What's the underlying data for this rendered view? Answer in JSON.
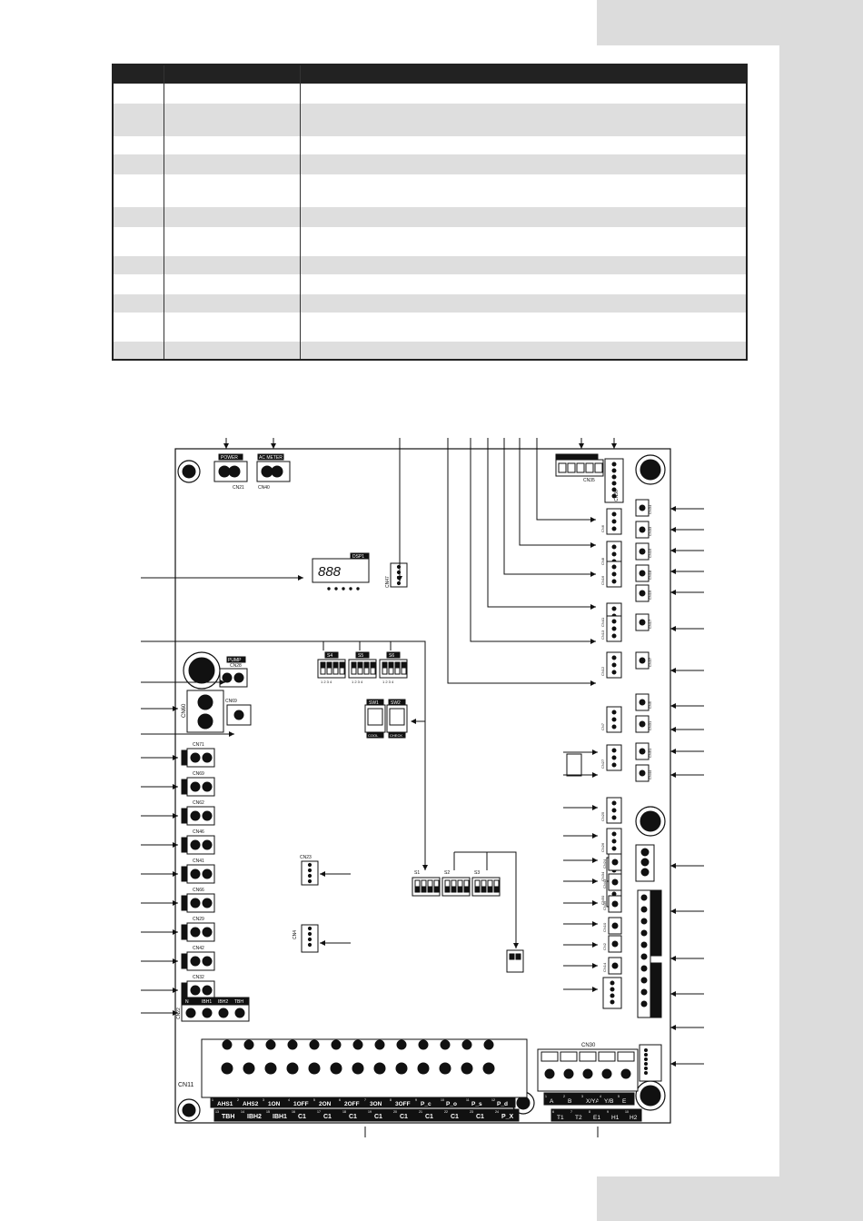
{
  "page": {
    "background": "#ffffff",
    "edge_tab_color": "#dcdcdc"
  },
  "spec_table": {
    "header": [
      "",
      "",
      ""
    ],
    "rows": [
      [
        "",
        "",
        ""
      ],
      [
        "",
        "",
        ""
      ],
      [
        "",
        "",
        ""
      ],
      [
        "",
        "",
        ""
      ],
      [
        "",
        "",
        ""
      ],
      [
        "",
        "",
        ""
      ],
      [
        "",
        "",
        ""
      ],
      [
        "",
        "",
        ""
      ],
      [
        "",
        "",
        ""
      ],
      [
        "",
        "",
        ""
      ],
      [
        "",
        "",
        ""
      ],
      [
        "",
        "",
        ""
      ]
    ]
  },
  "board": {
    "top_labels": {
      "power": "POWER",
      "ac_meter": "AC METER",
      "cn21": "CN21",
      "cn40": "CN40",
      "cn35": "CN35",
      "cn36": "CN36"
    },
    "display": {
      "label": "DSP1",
      "digits": "888"
    },
    "cn47": "CN47",
    "pump": {
      "label": "PUMP",
      "connector": "CN28"
    },
    "cn60": "CN60",
    "cn69": "CN69",
    "dip_upper": [
      "S4",
      "S5",
      "S6"
    ],
    "dip_upper_digits": "1 2 3 4",
    "sw": {
      "sw1": "SW1",
      "sw2": "SW2",
      "cool": "COOL",
      "check": "CHECK"
    },
    "left_connectors": [
      "CN71",
      "CN69",
      "CN62",
      "CN46",
      "CN41",
      "CN66",
      "CN29",
      "CN42",
      "CN32"
    ],
    "cn22": {
      "label": "CN22",
      "terms": [
        "N",
        "IBH1",
        "IBH2",
        "TBH"
      ]
    },
    "cn23": "CN23",
    "cn4": "CN4",
    "dip_lower": [
      "S1",
      "S2",
      "S3"
    ],
    "cn30": "CN30",
    "cn11": "CN11",
    "terminal_top": [
      {
        "n": "1",
        "t": "AHS1"
      },
      {
        "n": "2",
        "t": "AHS2"
      },
      {
        "n": "3",
        "t": "1ON"
      },
      {
        "n": "4",
        "t": "1OFF"
      },
      {
        "n": "5",
        "t": "2ON"
      },
      {
        "n": "6",
        "t": "2OFF"
      },
      {
        "n": "7",
        "t": "3ON"
      },
      {
        "n": "8",
        "t": "3OFF"
      },
      {
        "n": "9",
        "t": "P_c"
      },
      {
        "n": "10",
        "t": "P_o"
      },
      {
        "n": "11",
        "t": "P_s"
      },
      {
        "n": "12",
        "t": "P_d"
      }
    ],
    "terminal_bottom": [
      {
        "n": "13",
        "t": "TBH"
      },
      {
        "n": "14",
        "t": "IBH2"
      },
      {
        "n": "15",
        "t": "IBH1"
      },
      {
        "n": "16",
        "t": "C1"
      },
      {
        "n": "17",
        "t": "C1"
      },
      {
        "n": "18",
        "t": "C1"
      },
      {
        "n": "19",
        "t": "C1"
      },
      {
        "n": "20",
        "t": "C1"
      },
      {
        "n": "21",
        "t": "C1"
      },
      {
        "n": "22",
        "t": "C1"
      },
      {
        "n": "23",
        "t": "C1"
      },
      {
        "n": "24",
        "t": "P_X"
      }
    ],
    "cn30_top": [
      {
        "n": "1",
        "t": "A"
      },
      {
        "n": "2",
        "t": "B"
      },
      {
        "n": "3",
        "t": "X/ΥA"
      },
      {
        "n": "4",
        "t": "Y/B"
      },
      {
        "n": "5",
        "t": "E"
      }
    ],
    "cn30_bottom": [
      {
        "n": "6",
        "t": "T1"
      },
      {
        "n": "7",
        "t": "T2"
      },
      {
        "n": "8",
        "t": "E1"
      },
      {
        "n": "9",
        "t": "H1"
      },
      {
        "n": "10",
        "t": "H2"
      }
    ],
    "right_col1": [
      "CN6",
      "CN8",
      "CN16",
      "CN41",
      "CN13",
      "CN12",
      "CN7",
      "CN27",
      "CN25",
      "CN26",
      "CN34",
      "CN50"
    ],
    "right_col2": [
      "CN34",
      "CN33",
      "CN15",
      "CN18",
      "CN19",
      "CN17",
      "CN37",
      "CN5",
      "CN31",
      "CN51",
      "CN44",
      "CN28"
    ],
    "right_small": [
      "CN24",
      "CN43",
      "CN39",
      "CN10",
      "CN2",
      "CN14"
    ]
  }
}
